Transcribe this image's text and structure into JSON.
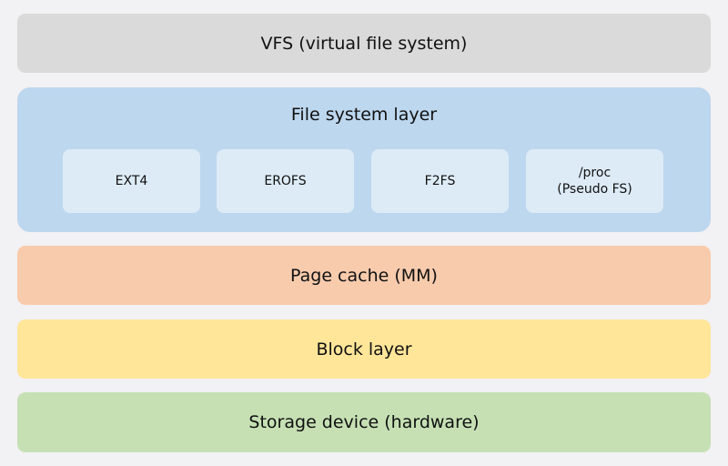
{
  "colors": {
    "background": "#f2f1f3",
    "vfs": "#dadada",
    "fs_layer": "#bdd7ee",
    "fs_box": "#ddebf7",
    "page_cache": "#f8cbad",
    "block_layer": "#ffe699",
    "storage": "#c6e0b4"
  },
  "layers": {
    "vfs": {
      "label": "VFS (virtual file system)"
    },
    "fs": {
      "label": "File system layer",
      "items": [
        {
          "label": "EXT4"
        },
        {
          "label": "EROFS"
        },
        {
          "label": "F2FS"
        },
        {
          "label": "/proc\n(Pseudo FS)"
        }
      ]
    },
    "page_cache": {
      "label": "Page cache (MM)"
    },
    "block": {
      "label": "Block layer"
    },
    "storage": {
      "label": "Storage device (hardware)"
    }
  }
}
